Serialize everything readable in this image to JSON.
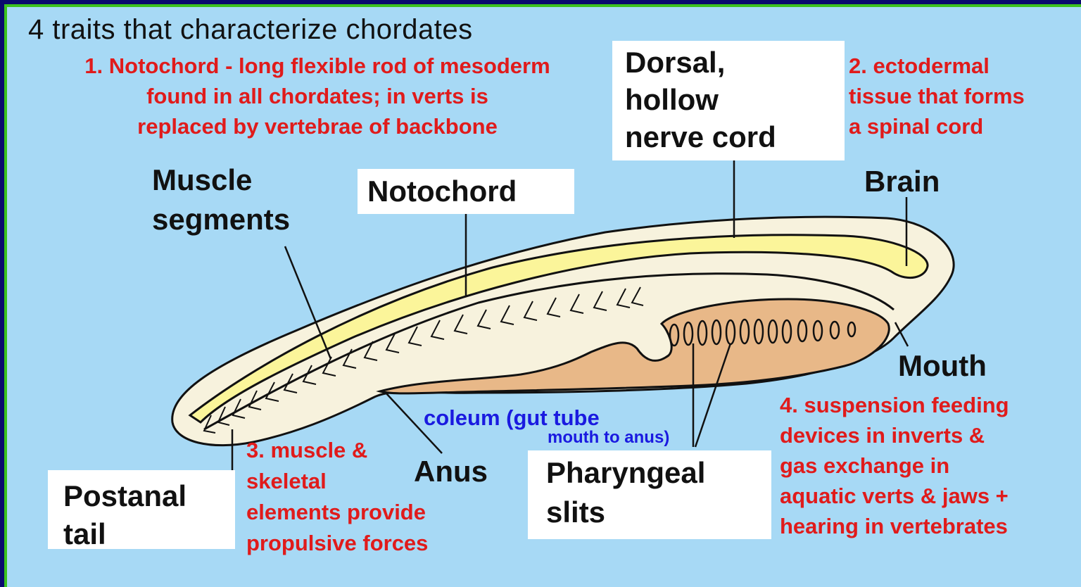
{
  "title": "4 traits that characterize chordates",
  "traits": {
    "t1": "1. Notochord - long flexible rod of mesoderm\nfound in all chordates; in verts is\nreplaced by vertebrae of backbone",
    "t2": "2. ectodermal\ntissue that forms\na spinal cord",
    "t3": "3. muscle &\nskeletal\nelements provide\npropulsive forces",
    "t4": "4. suspension feeding\ndevices in inverts &\ngas exchange in\naquatic verts & jaws +\nhearing in vertebrates"
  },
  "labels": {
    "dorsal": "Dorsal,\nhollow\nnerve cord",
    "notochord": "Notochord",
    "muscle": "Muscle\nsegments",
    "brain": "Brain",
    "mouth": "Mouth",
    "anus": "Anus",
    "pharyngeal": "Pharyngeal\nslits",
    "postanal": "Postanal\ntail",
    "coleum": "coleum (gut tube",
    "coleum_sub": "mouth to anus)"
  },
  "colors": {
    "background": "#a7d9f5",
    "border": "#3cc21e",
    "trait_text": "#e01b1b",
    "coleum_text": "#1a1ae0",
    "body_fill": "#f7f2dd",
    "nerve_cord": "#fbf59a",
    "gut": "#e8b888"
  }
}
